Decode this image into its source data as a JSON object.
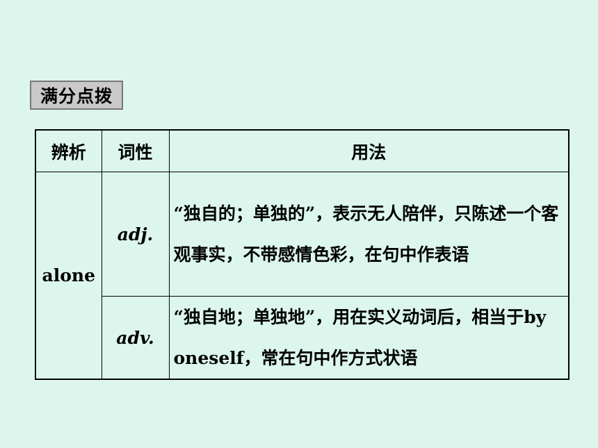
{
  "section_title": "满分点拨",
  "table": {
    "headers": [
      "辨析",
      "词性",
      "用法"
    ],
    "word": "alone",
    "rows": [
      {
        "pos": "adj.",
        "usage": "“独自的；单独的”，表示无人陪伴，只陈述一个客观事实，不带感情色彩，在句中作表语"
      },
      {
        "pos": "adv.",
        "usage": "“独自地；单独地”，用在实义动词后，相当于by oneself，常在句中作方式状语"
      }
    ]
  }
}
